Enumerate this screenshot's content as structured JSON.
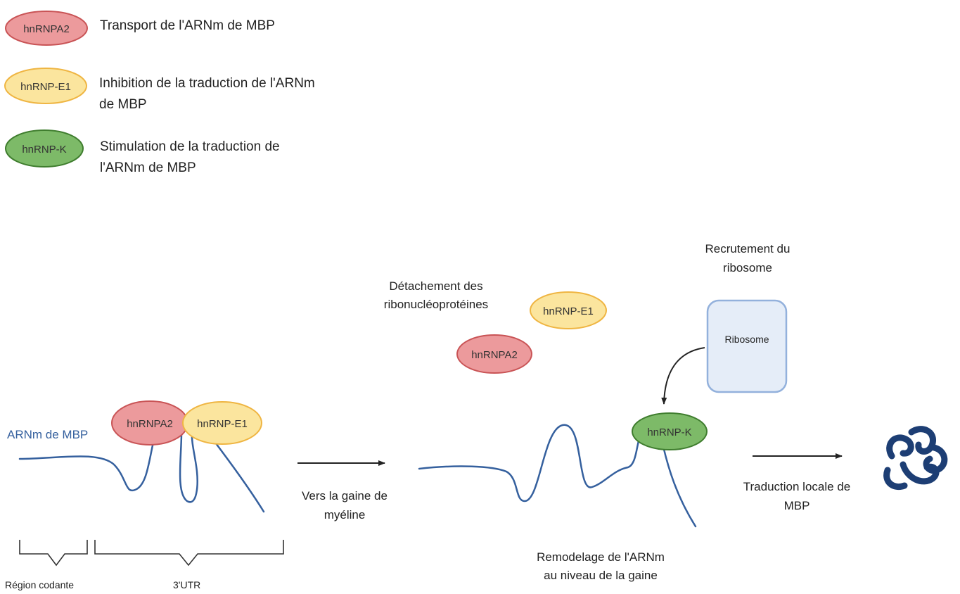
{
  "colors": {
    "red_fill": "#ec9a9c",
    "red_stroke": "#c95456",
    "yellow_fill": "#fbe59e",
    "yellow_stroke": "#efb542",
    "green_fill": "#7dba68",
    "green_stroke": "#3f7d2e",
    "rna": "#35609e",
    "ribosome_fill": "#e5edf8",
    "ribosome_stroke": "#93b1dc",
    "protein": "#1d3e74"
  },
  "legend": [
    {
      "protein": "hnRNPA2",
      "desc": [
        "Transport de l'ARNm de MBP"
      ]
    },
    {
      "protein": "hnRNP-E1",
      "desc": [
        "Inhibition de la traduction de l'ARNm",
        "de MBP"
      ]
    },
    {
      "protein": "hnRNP-K",
      "desc": [
        "Stimulation de la traduction de",
        "l'ARNm de MBP"
      ]
    }
  ],
  "left_panel": {
    "rna_label": "ARNm de MBP",
    "bound_1": "hnRNPA2",
    "bound_2": "hnRNP-E1",
    "bracket_1": "Région codante",
    "bracket_2": "3'UTR"
  },
  "step_1": [
    "Vers la gaine de",
    "myéline"
  ],
  "detached": {
    "title": [
      "Détachement des",
      "ribonucléoprotéines"
    ],
    "p1": "hnRNP-E1",
    "p2": "hnRNPA2"
  },
  "recruit": {
    "title": [
      "Recrutement du",
      "ribosome"
    ],
    "ribosome": "Ribosome"
  },
  "right_panel": {
    "bound": "hnRNP-K",
    "caption": [
      "Remodelage de l'ARNm",
      "au niveau de la gaine"
    ]
  },
  "step_2": [
    "Traduction locale de",
    "MBP"
  ],
  "icons": [
    "arrow-right-icon",
    "curved-arrow-icon",
    "folded-protein-icon"
  ]
}
